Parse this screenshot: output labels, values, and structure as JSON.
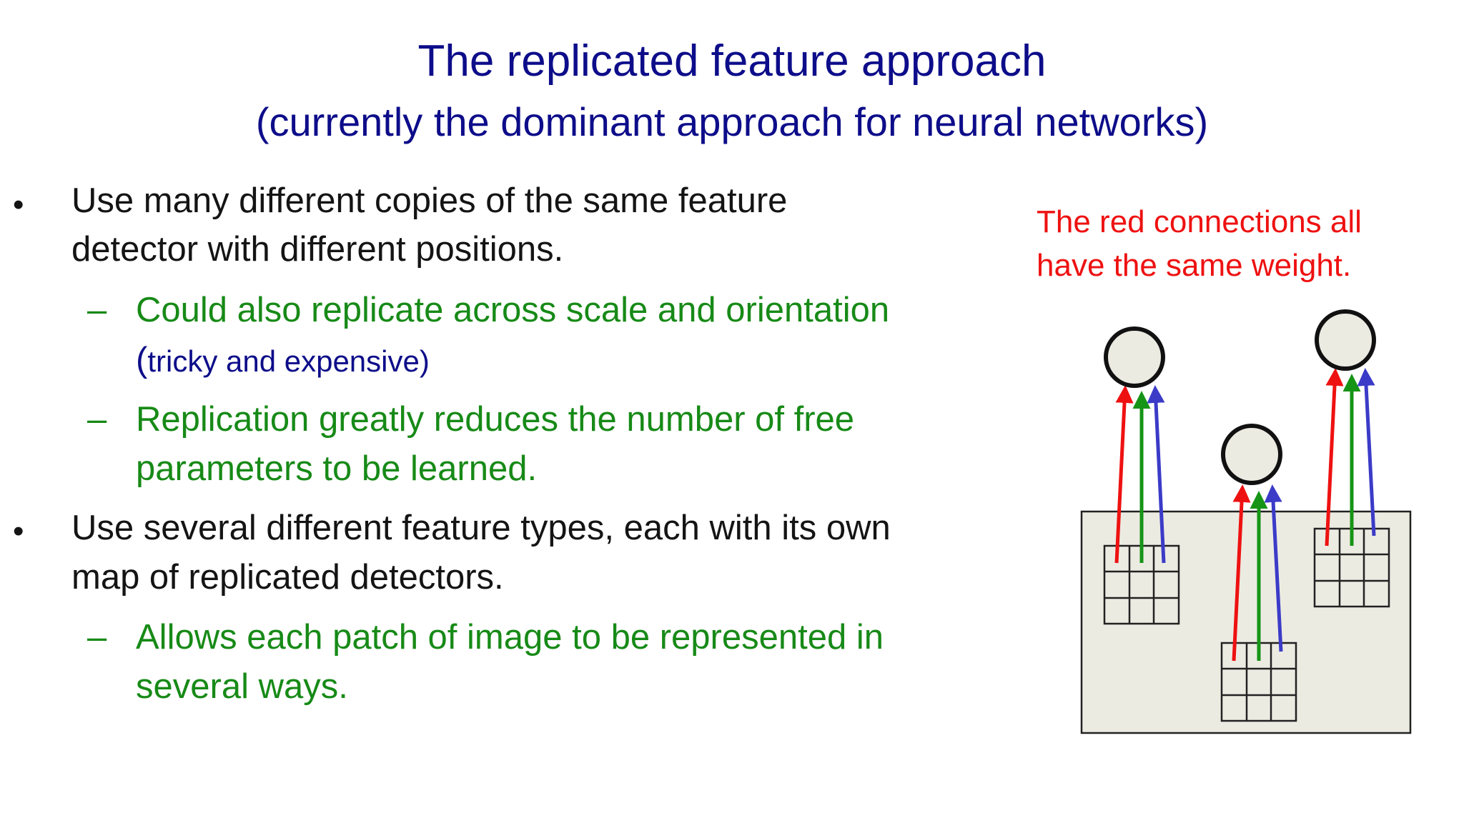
{
  "slide": {
    "title": "The replicated feature approach",
    "subtitle": "(currently the dominant approach for neural networks)",
    "bullets": [
      {
        "marker": "•",
        "lines": [
          "Use many different copies of the same feature",
          "detector with different positions."
        ],
        "subbullets": [
          {
            "marker": "–",
            "lines": [
              "Could also replicate across scale and orientation"
            ],
            "note_open": "(",
            "note_text": "tricky and expensive)"
          },
          {
            "marker": "–",
            "lines": [
              "Replication greatly reduces the number of free",
              "parameters to be learned."
            ]
          }
        ]
      },
      {
        "marker": "•",
        "lines": [
          "Use several different feature types, each with its own",
          "map of replicated detectors."
        ],
        "subbullets": [
          {
            "marker": "–",
            "lines": [
              "Allows each patch of image to be represented in",
              "several ways."
            ]
          }
        ]
      }
    ],
    "caption_lines": [
      "The red connections all",
      "have the same weight."
    ]
  },
  "colors": {
    "title": "#0d0d8a",
    "body_text": "#141414",
    "sub_text": "#178a17",
    "caption": "#ee1111",
    "arrow_red": "#ee1111",
    "arrow_green": "#169416",
    "arrow_blue": "#3b3bc8",
    "image_fill": "#ecebe2",
    "node_fill": "#ecebe2"
  },
  "diagram": {
    "detectors": [
      {
        "name": "left"
      },
      {
        "name": "middle"
      },
      {
        "name": "right"
      }
    ]
  }
}
